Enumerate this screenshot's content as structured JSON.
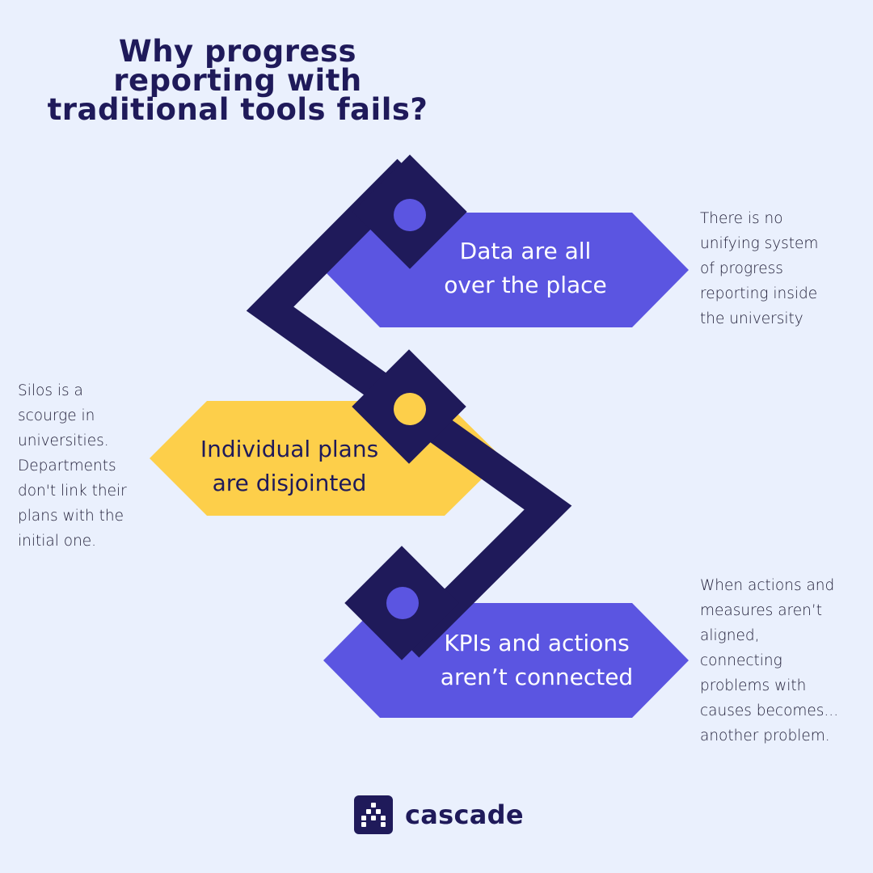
{
  "title": {
    "lines": [
      "Why progress",
      "reporting with",
      "traditional tools fails?"
    ]
  },
  "colors": {
    "background": "#EAF0FD",
    "navy": "#1F1A5A",
    "purple": "#5B55E1",
    "yellow": "#FDCF4A",
    "white": "#FFFFFF"
  },
  "steps": [
    {
      "label_lines": [
        "Data are all",
        "over the place"
      ],
      "color": "purple",
      "dot_color": "purple",
      "description_lines": [
        "There is no",
        "unifying system",
        "of progress",
        "reporting inside",
        "the university"
      ]
    },
    {
      "label_lines": [
        "Individual plans",
        "are disjointed"
      ],
      "color": "yellow",
      "dot_color": "yellow",
      "description_lines": [
        "Silos is a",
        "scourge in",
        "universities.",
        "Departments",
        "don't link their",
        "plans with the",
        "initial one."
      ]
    },
    {
      "label_lines": [
        "KPIs and actions",
        "aren’t connected"
      ],
      "color": "purple",
      "dot_color": "purple",
      "description_lines": [
        "When actions and",
        "measures aren’t",
        "aligned,",
        "connecting",
        "problems with",
        "causes becomes...",
        "another problem."
      ]
    }
  ],
  "brand": {
    "name": "cascade",
    "icon": "cascade-logo-icon"
  }
}
